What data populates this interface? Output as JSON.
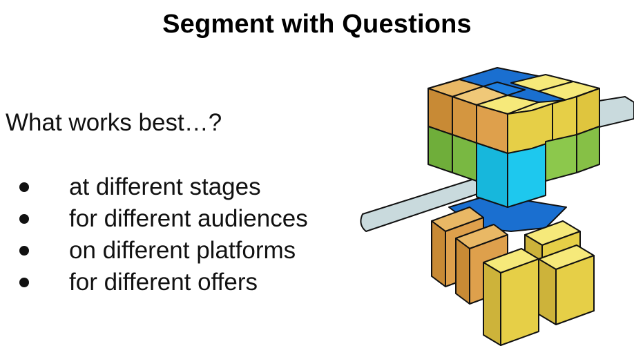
{
  "slide": {
    "title": "Segment with Questions",
    "intro": "What works best…?",
    "bullets": [
      "at different stages",
      "for different audiences",
      "on different platforms",
      "for different offers"
    ]
  },
  "illustration": {
    "icon": "rubiks-cube-segment-icon",
    "colors": {
      "orange": "#e0a850",
      "yellow": "#f2e060",
      "green": "#8cc84c",
      "blue": "#1a6fd0",
      "cyan": "#1ec8ee",
      "bar": "#c9dadd"
    }
  }
}
